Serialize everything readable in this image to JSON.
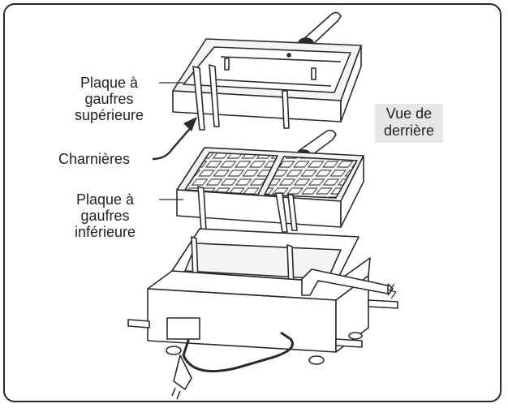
{
  "labels": {
    "upper_plate": [
      "Plaque à",
      "gaufres",
      "supérieure"
    ],
    "hinges": "Charnières",
    "lower_plate": [
      "Plaque à",
      "gaufres",
      "inférieure"
    ],
    "rear_view": [
      "Vue de",
      "derrière"
    ]
  },
  "colors": {
    "line": "#2a2a2a",
    "rear_view_background": "#e6e6e6",
    "plate_fill": "#f4f4f4"
  }
}
